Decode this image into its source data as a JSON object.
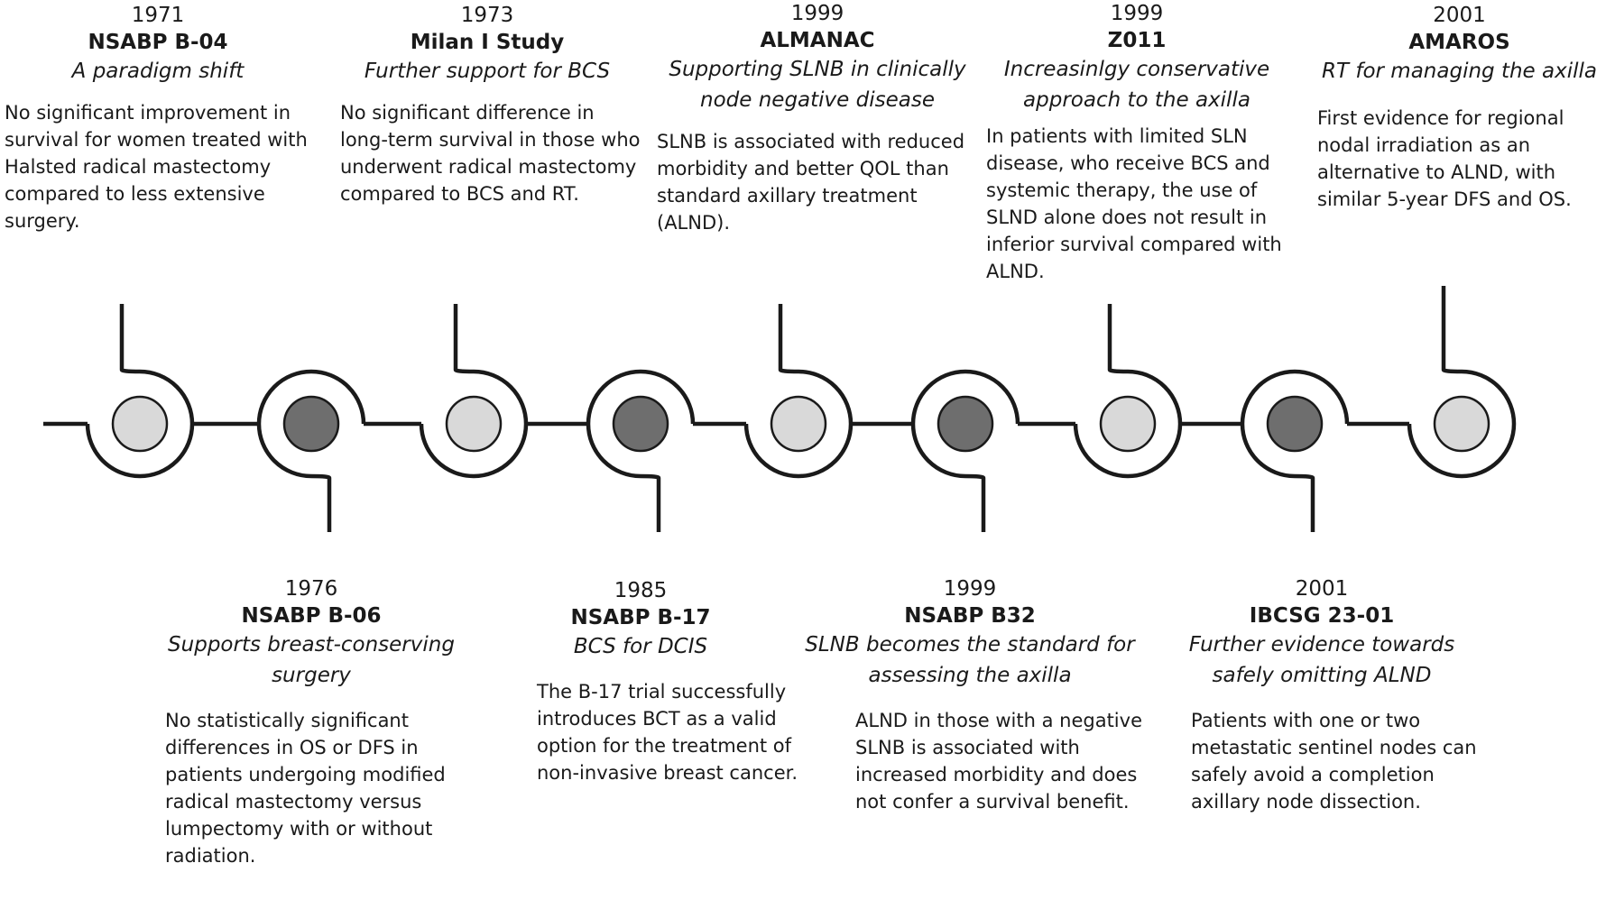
{
  "events": [
    {
      "year": "1971",
      "trial": "NSABP B-04",
      "subtitle": "A paradigm shift",
      "description": "No significant improvement in survival for women treated with Halsted radical mastectomy compared to less extensive surgery.",
      "node_color": "#d9d9d9"
    },
    {
      "year": "1976",
      "trial": "NSABP B-06",
      "subtitle": "Supports breast-conserving surgery",
      "description": "No statistically significant differences in OS or DFS in patients undergoing modified radical mastectomy versus lumpectomy with or without radiation.",
      "node_color": "#6e6e6e"
    },
    {
      "year": "1973",
      "trial": "Milan I Study",
      "subtitle": "Further support for BCS",
      "description": "No significant difference in long-term survival in those who underwent radical mastectomy compared to BCS and RT.",
      "node_color": "#d9d9d9"
    },
    {
      "year": "1985",
      "trial": "NSABP B-17",
      "subtitle": "BCS for DCIS",
      "description": "The B-17 trial successfully introduces BCT as a valid option for the treatment of non-invasive breast cancer.",
      "node_color": "#6e6e6e"
    },
    {
      "year": "1999",
      "trial": "ALMANAC",
      "subtitle": "Supporting SLNB in clinically node negative disease",
      "description": "SLNB is associated with reduced morbidity and better QOL than standard axillary treatment (ALND).",
      "node_color": "#d9d9d9"
    },
    {
      "year": "1999",
      "trial": "NSABP B32",
      "subtitle": "SLNB becomes the standard for assessing the axilla",
      "description": "ALND in those with a negative SLNB is associated with increased morbidity and does not confer a survival benefit.",
      "node_color": "#6e6e6e"
    },
    {
      "year": "1999",
      "trial": "Z011",
      "subtitle": "Increasinlgy conservative approach to the axilla",
      "description": "In patients with limited SLN disease, who receive BCS and systemic therapy, the use of SLND alone does not result in inferior survival compared with ALND.",
      "node_color": "#d9d9d9"
    },
    {
      "year": "2001",
      "trial": "IBCSG 23-01",
      "subtitle": "Further evidence towards safely omitting ALND",
      "description": "Patients with one or two metastatic sentinel nodes can safely avoid a completion axillary node dissection.",
      "node_color": "#6e6e6e"
    },
    {
      "year": "2001",
      "trial": "AMAROS",
      "subtitle": "RT for managing the axilla",
      "description": "First evidence for regional nodal irradiation as an alternative to ALND, with similar 5-year DFS and OS.",
      "node_color": "#d9d9d9"
    }
  ],
  "colors": {
    "line": "#1a1a1a",
    "light_node": "#d9d9d9",
    "dark_node": "#6e6e6e"
  }
}
